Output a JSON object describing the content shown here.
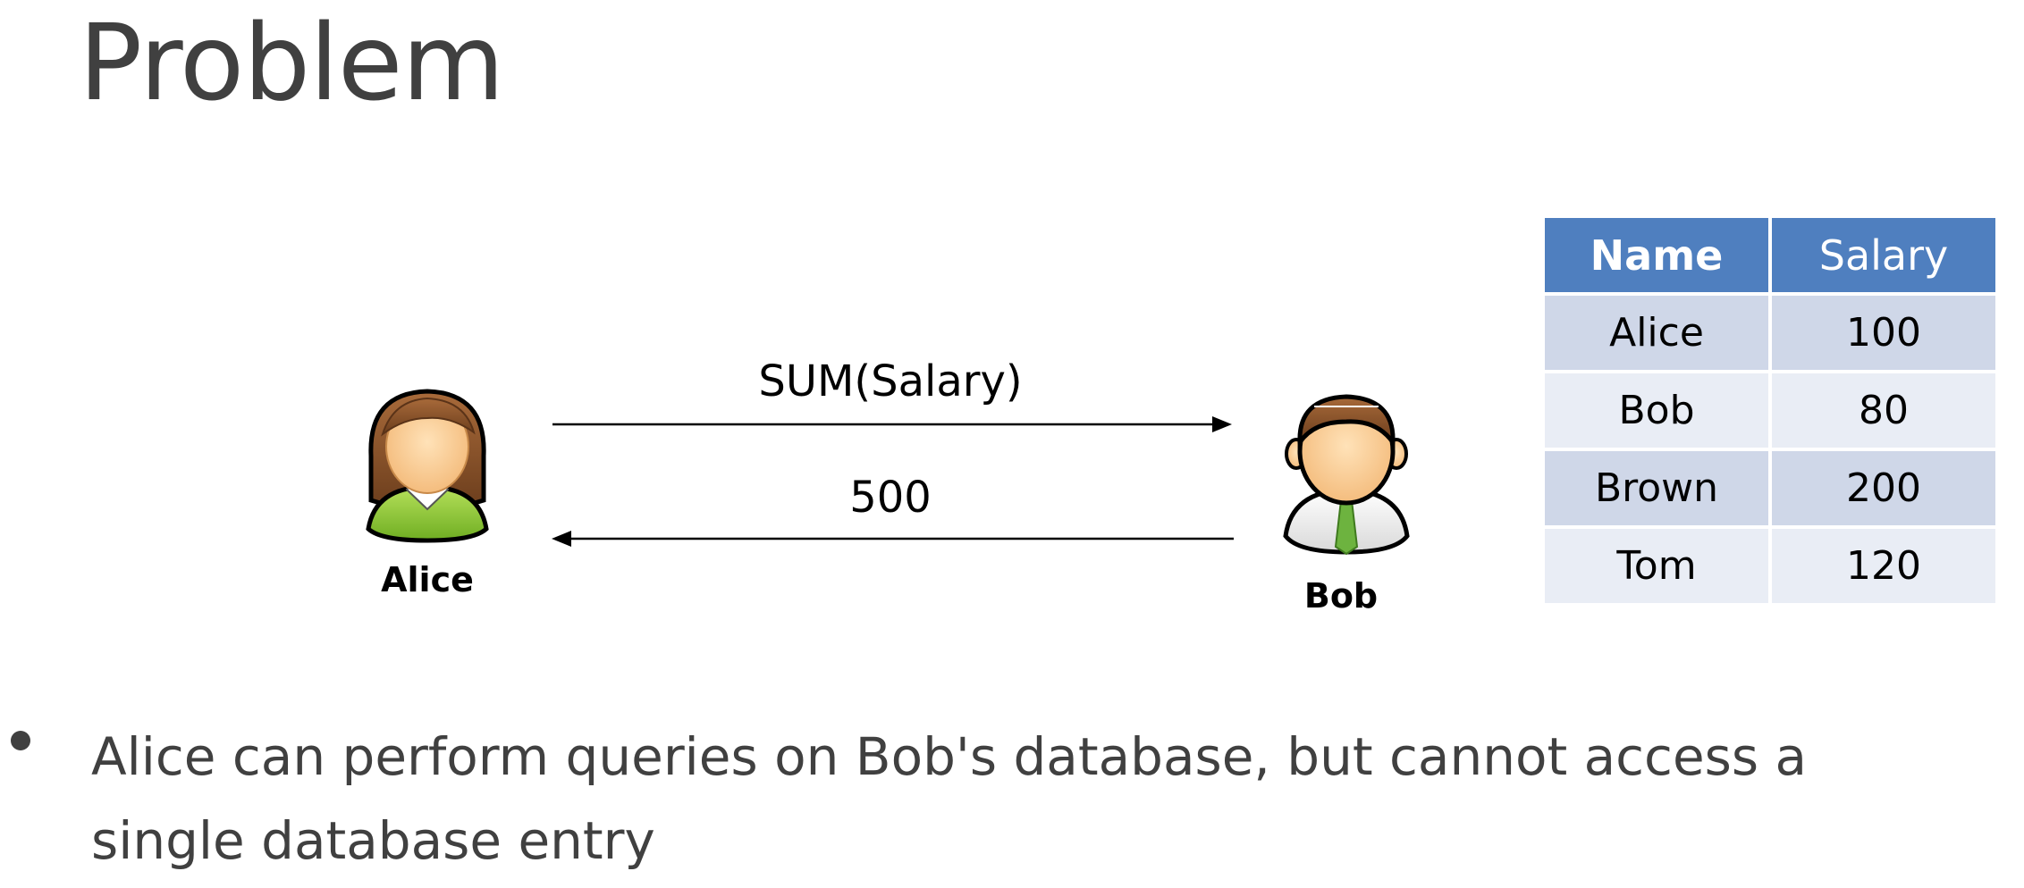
{
  "title": "Problem",
  "diagram": {
    "alice_label": "Alice",
    "bob_label": "Bob",
    "query_label": "SUM(Salary)",
    "response_label": "500"
  },
  "table": {
    "headers": [
      "Name",
      "Salary"
    ],
    "rows": [
      [
        "Alice",
        "100"
      ],
      [
        "Bob",
        "80"
      ],
      [
        "Brown",
        "200"
      ],
      [
        "Tom",
        "120"
      ]
    ]
  },
  "bullet": "Alice can perform queries on Bob's database, but cannot access a single database entry",
  "colors": {
    "header_bg": "#4f7fbf",
    "row_dark": "#cfd7e8",
    "row_light": "#e9edf5",
    "text_gray": "#404040"
  }
}
